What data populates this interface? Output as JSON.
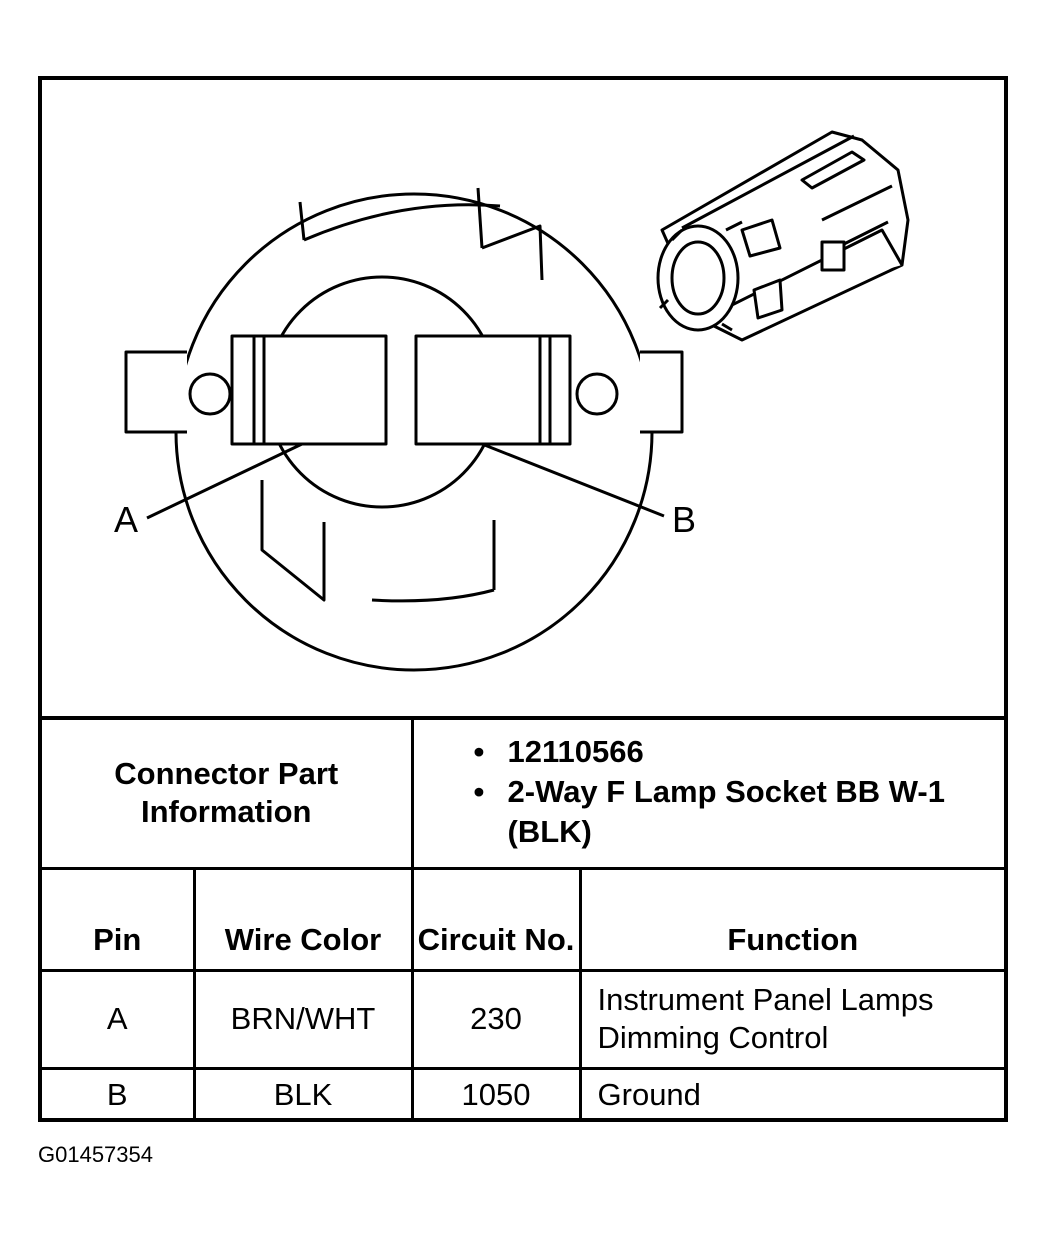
{
  "diagram": {
    "label_a": "A",
    "label_b": "B"
  },
  "table": {
    "connector_part_header": "Connector Part Information",
    "part_info": [
      "12110566",
      "2-Way F Lamp Socket BB W-1 (BLK)"
    ],
    "columns": {
      "pin": "Pin",
      "wire_color": "Wire Color",
      "circuit_no": "Circuit No.",
      "function": "Function"
    },
    "rows": [
      {
        "pin": "A",
        "wire_color": "BRN/WHT",
        "circuit_no": "230",
        "function": "Instrument Panel Lamps Dimming Control"
      },
      {
        "pin": "B",
        "wire_color": "BLK",
        "circuit_no": "1050",
        "function": "Ground"
      }
    ]
  },
  "figure_id": "G01457354"
}
